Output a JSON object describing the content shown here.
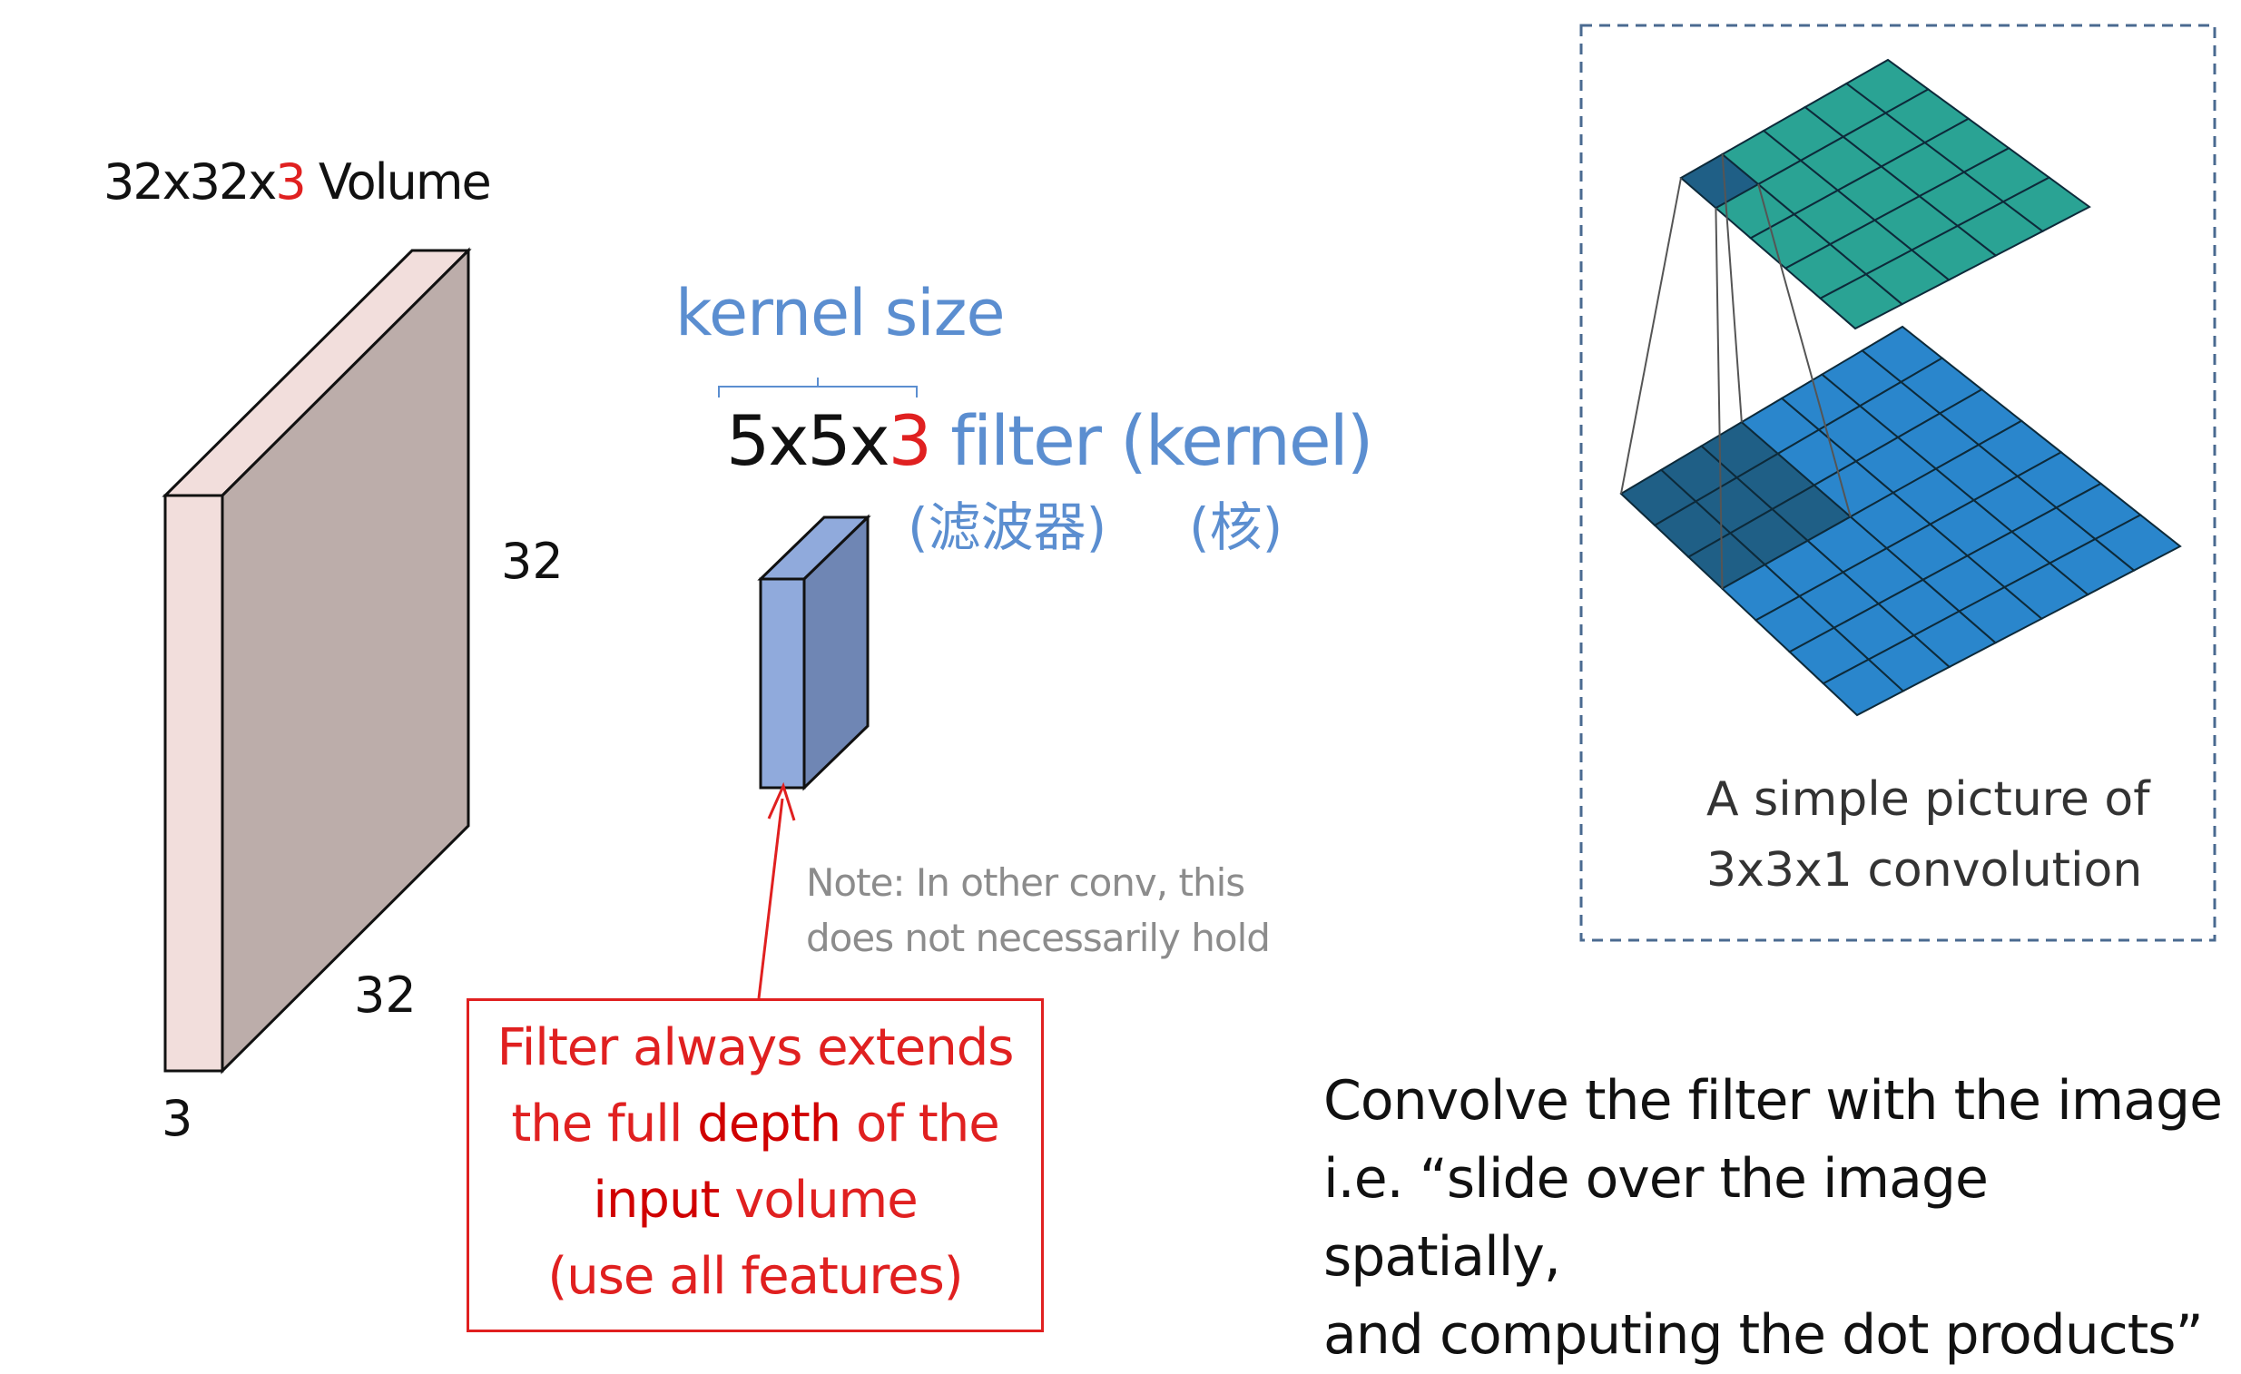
{
  "volume": {
    "title_prefix": "32x32x",
    "title_depth": "3",
    "title_suffix": " Volume",
    "dim_height": "32",
    "dim_width": "32",
    "dim_depth": "3",
    "front_color": "#f2dedc",
    "side_color": "#bcadaa"
  },
  "filter": {
    "kernel_size_label": "kernel size",
    "size_prefix": "5x5x",
    "size_depth": "3",
    "name": " filter (kernel)",
    "cn_filter": "(滤波器)",
    "cn_kernel": "(核)",
    "front_color": "#90aadc",
    "side_color": "#6f86b4"
  },
  "note": {
    "line1": "Note: In other conv, this",
    "line2": "does not necessarily hold"
  },
  "red_box": {
    "line1": "Filter always extends",
    "line2_a": "the full ",
    "line2_b": "depth",
    "line2_c": " of the",
    "line3_a": "input",
    "line3_b": " volume",
    "line4": "(use all features)",
    "color": "#e02020"
  },
  "illustration": {
    "caption_line1": "A simple picture of",
    "caption_line2": "3x3x1  convolution",
    "top_grid_color": "#2aa394",
    "bottom_grid_color": "#2a86cc",
    "border_color": "#4a6a90"
  },
  "convolve": {
    "line1_a": "Convolve",
    "line1_b": " the filter with the image",
    "line2_a": "i.e. “",
    "line2_b": "slide over",
    "line2_c": " the image spatially,",
    "line3_a": "and computing the ",
    "line3_b": "dot products",
    "line3_c": "”"
  }
}
